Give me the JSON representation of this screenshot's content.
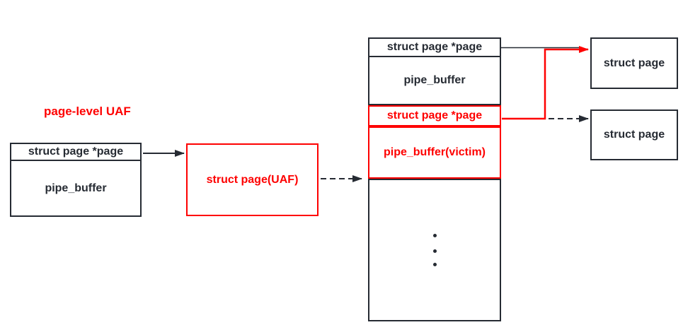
{
  "diagram": {
    "title": "page-level UAF",
    "colors": {
      "red": "#fe0000",
      "dark": "#262b33",
      "background": "#ffffff"
    },
    "left_box": {
      "header": "struct page *page",
      "body": "pipe_buffer"
    },
    "uaf_box": {
      "label": "struct page(UAF)"
    },
    "tall_box": {
      "rows": [
        {
          "label": "struct page *page",
          "style": "dark"
        },
        {
          "label": "pipe_buffer",
          "style": "dark"
        },
        {
          "label": "struct page *page",
          "style": "red"
        },
        {
          "label": "pipe_buffer(victim)",
          "style": "red"
        },
        {
          "label": "",
          "style": "dark-empty"
        }
      ],
      "ellipsis_dot_count": 3
    },
    "right_top_box": {
      "label": "struct page"
    },
    "right_bottom_box": {
      "label": "struct page"
    }
  }
}
